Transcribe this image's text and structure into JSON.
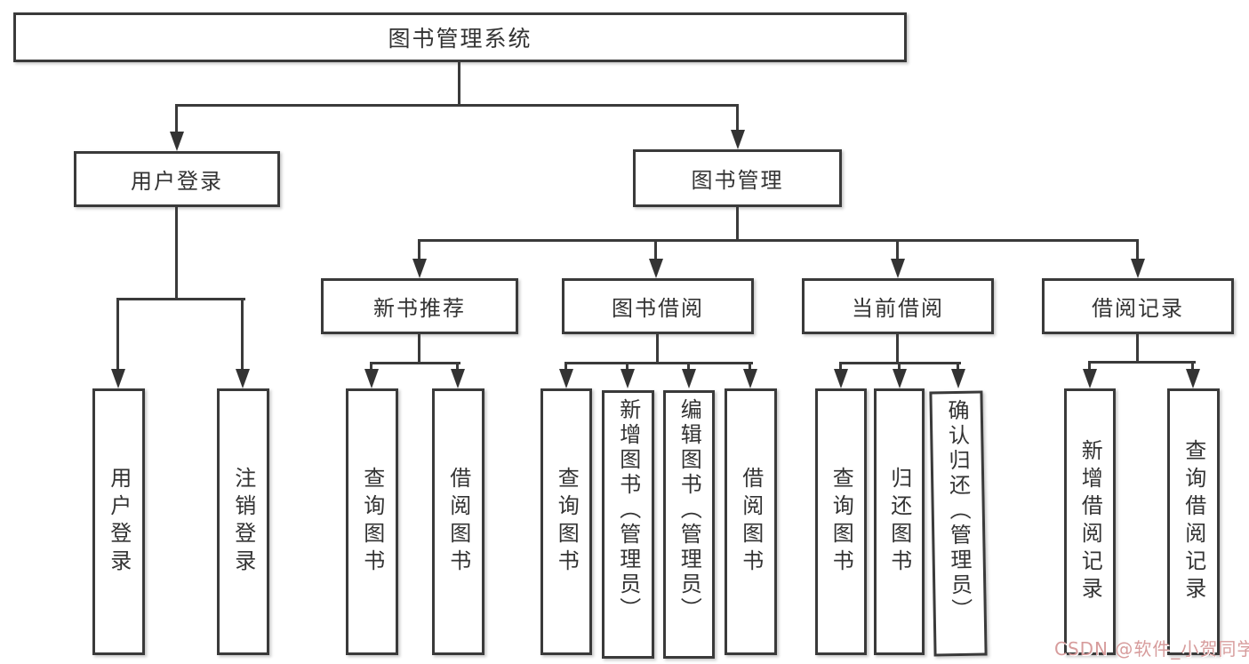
{
  "diagram": {
    "root": {
      "label": "图书管理系统"
    },
    "level2": [
      {
        "id": "user-login",
        "label": "用户登录"
      },
      {
        "id": "book-management",
        "label": "图书管理"
      }
    ],
    "level3": [
      {
        "id": "new-book-recommend",
        "label": "新书推荐"
      },
      {
        "id": "book-borrowing",
        "label": "图书借阅"
      },
      {
        "id": "current-borrowing",
        "label": "当前借阅"
      },
      {
        "id": "borrowing-records",
        "label": "借阅记录"
      }
    ],
    "leaves": {
      "user_login": [
        {
          "label": "用户登录"
        },
        {
          "label": "注销登录"
        }
      ],
      "new_book_recommend": [
        {
          "label": "查询图书"
        },
        {
          "label": "借阅图书"
        }
      ],
      "book_borrowing": [
        {
          "label": "查询图书"
        },
        {
          "label": "新增图书（管理员）"
        },
        {
          "label": "编辑图书（管理员）"
        },
        {
          "label": "借阅图书"
        }
      ],
      "current_borrowing": [
        {
          "label": "查询图书"
        },
        {
          "label": "归还图书"
        },
        {
          "label": "确认归还（管理员）"
        }
      ],
      "borrowing_records": [
        {
          "label": "新增借阅记录"
        },
        {
          "label": "查询借阅记录"
        }
      ]
    }
  },
  "watermark": {
    "text": "CSDN @软件_小贺同学",
    "color": "#D79C9C"
  },
  "colors": {
    "line": "#3A3A3A",
    "box_border": "#3A3A3A",
    "text": "#333333",
    "background": "#FFFFFF"
  }
}
